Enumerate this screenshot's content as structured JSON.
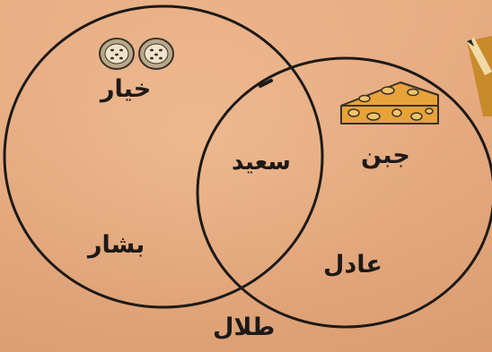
{
  "diagram": {
    "sets": [
      {
        "id": "cucumber",
        "label": "خيار",
        "icon": "cucumber-slices-icon"
      },
      {
        "id": "cheese",
        "label": "جبن",
        "icon": "cheese-wedge-icon"
      }
    ],
    "regions": {
      "both": [
        "سعيد"
      ],
      "cucumber_only": [
        "بشار"
      ],
      "cheese_only": [
        "عادل"
      ],
      "neither": [
        "طلال"
      ]
    },
    "colors": {
      "paper": "#e9ad80",
      "ink": "#1d1a17",
      "cheese_fill": "#e8a23a",
      "cucumber_fill": "#b9a98a",
      "pencil": "#c98a2c"
    }
  }
}
